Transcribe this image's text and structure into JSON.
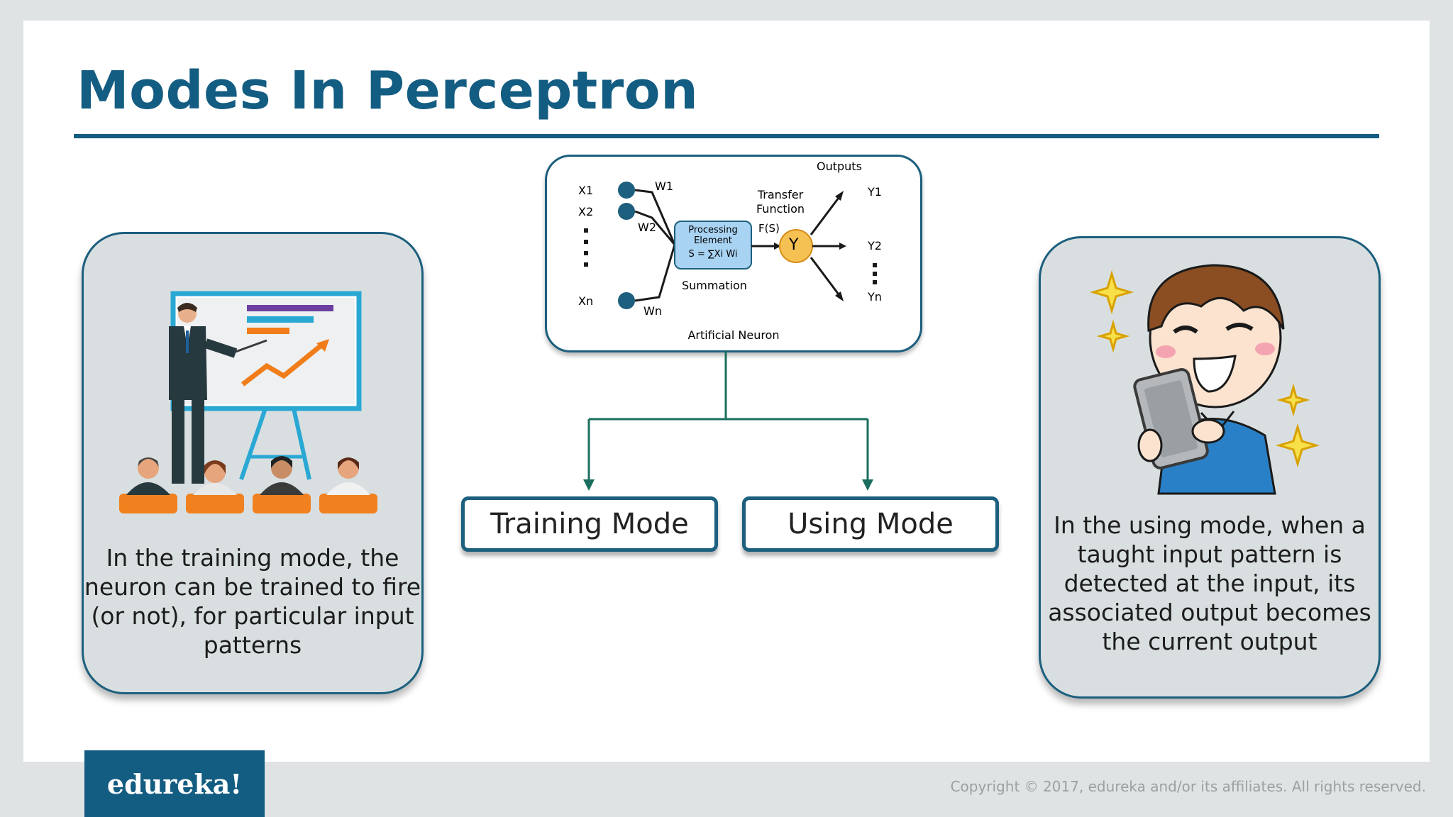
{
  "slide": {
    "title": "Modes In Perceptron"
  },
  "neuron_diagram": {
    "inputs": [
      "X1",
      "X2",
      "Xn"
    ],
    "weights": [
      "W1",
      "W2",
      "Wn"
    ],
    "processing_label": [
      "Processing",
      "Element"
    ],
    "formula": "S = ∑Xi Wi",
    "summation_label": "Summation",
    "transfer_label": [
      "Transfer",
      "Function"
    ],
    "fs_label": "F(S)",
    "output_node": "Y",
    "outputs_label": "Outputs",
    "outputs": [
      "Y1",
      "Y2",
      "Yn"
    ],
    "caption": "Artificial Neuron"
  },
  "modes": {
    "training_label": "Training Mode",
    "using_label": "Using Mode"
  },
  "training_card": {
    "text_lines": [
      "In the training mode, the",
      "neuron can be trained to fire",
      "(or not), for particular input",
      "patterns"
    ]
  },
  "using_card": {
    "text_lines": [
      "In the using mode, when a",
      "taught input pattern is",
      "detected at the input, its",
      "associated output becomes",
      "the current output"
    ]
  },
  "footer": {
    "logo": "edureka!",
    "copyright": "Copyright © 2017, edureka and/or its affiliates. All rights reserved."
  },
  "colors": {
    "brand": "#135c82",
    "card_bg": "#d9dfe0",
    "connector": "#1b6e5e",
    "processing_fill": "#a9d3f2",
    "output_node_fill": "#f6c153"
  },
  "icons": [
    "presentation-illustration",
    "happy-boy-tablet-illustration",
    "sparkle-icon"
  ]
}
